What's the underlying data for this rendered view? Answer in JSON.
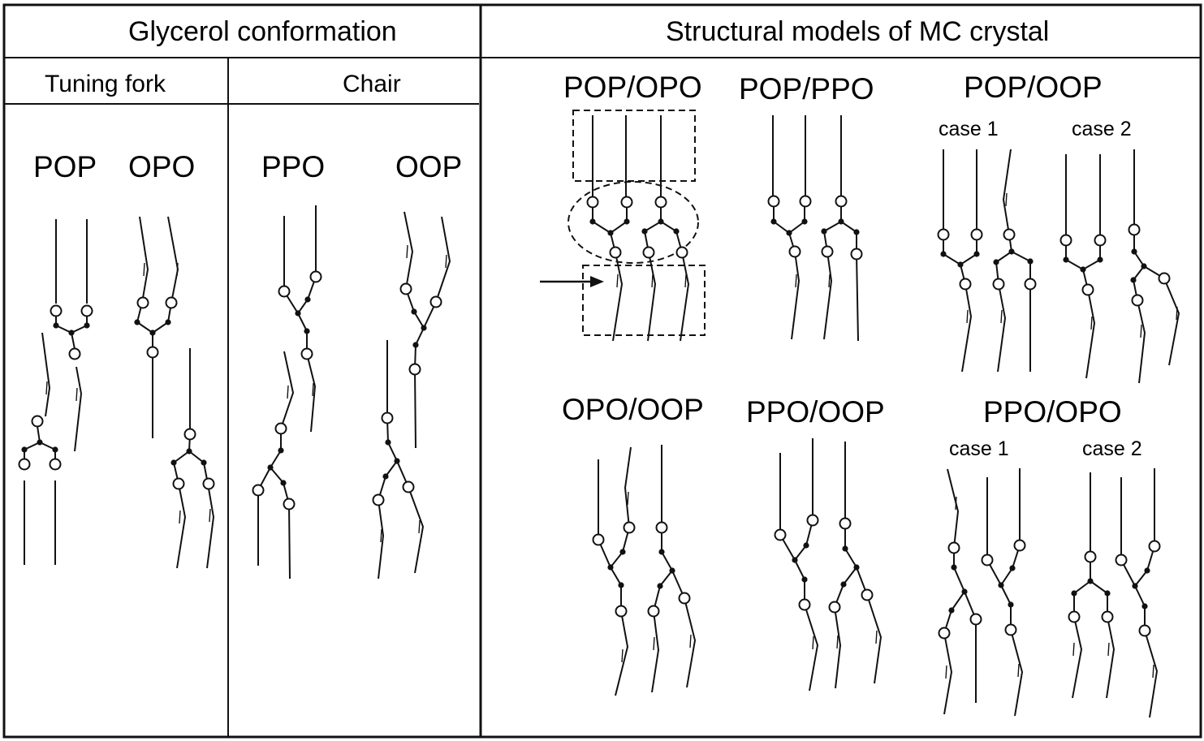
{
  "figure": {
    "left_section": {
      "title": "Glycerol conformation",
      "columns": [
        {
          "title": "Tuning fork",
          "molecules": [
            "POP",
            "OPO"
          ]
        },
        {
          "title": "Chair",
          "molecules": [
            "PPO",
            "OOP"
          ]
        }
      ]
    },
    "right_section": {
      "title": "Structural models of MC crystal",
      "models": [
        {
          "label": "POP/OPO",
          "cases": []
        },
        {
          "label": "POP/PPO",
          "cases": []
        },
        {
          "label": "POP/OOP",
          "cases": [
            "case 1",
            "case 2"
          ]
        },
        {
          "label": "OPO/OOP",
          "cases": []
        },
        {
          "label": "PPO/OOP",
          "cases": []
        },
        {
          "label": "PPO/OPO",
          "cases": [
            "case 1",
            "case 2"
          ]
        }
      ]
    },
    "legend_glyphs": {
      "ester_oxygen": "open-circle",
      "glycerol_carbon": "filled-dot",
      "cis_double_bond": "double-line"
    }
  }
}
